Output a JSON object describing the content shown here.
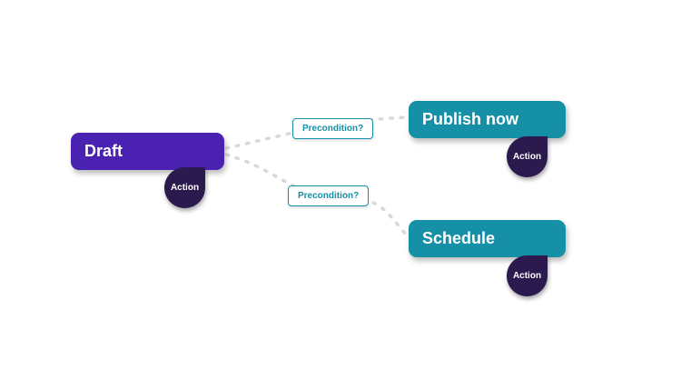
{
  "diagram": {
    "nodes": [
      {
        "id": "draft",
        "label": "Draft",
        "badge_label": "Action",
        "color": "#4a21b0"
      },
      {
        "id": "publish-now",
        "label": "Publish now",
        "badge_label": "Action",
        "color": "#1590a6"
      },
      {
        "id": "schedule",
        "label": "Schedule",
        "badge_label": "Action",
        "color": "#1590a6"
      }
    ],
    "conditions": [
      {
        "label": "Precondition?"
      },
      {
        "label": "Precondition?"
      }
    ],
    "colors": {
      "draft_node": "#4a21b0",
      "teal_node": "#1590a6",
      "action_badge": "#2b1a4e",
      "condition_border": "#1590a6",
      "connector": "#d8d8d8",
      "background": "#ffffff"
    }
  }
}
